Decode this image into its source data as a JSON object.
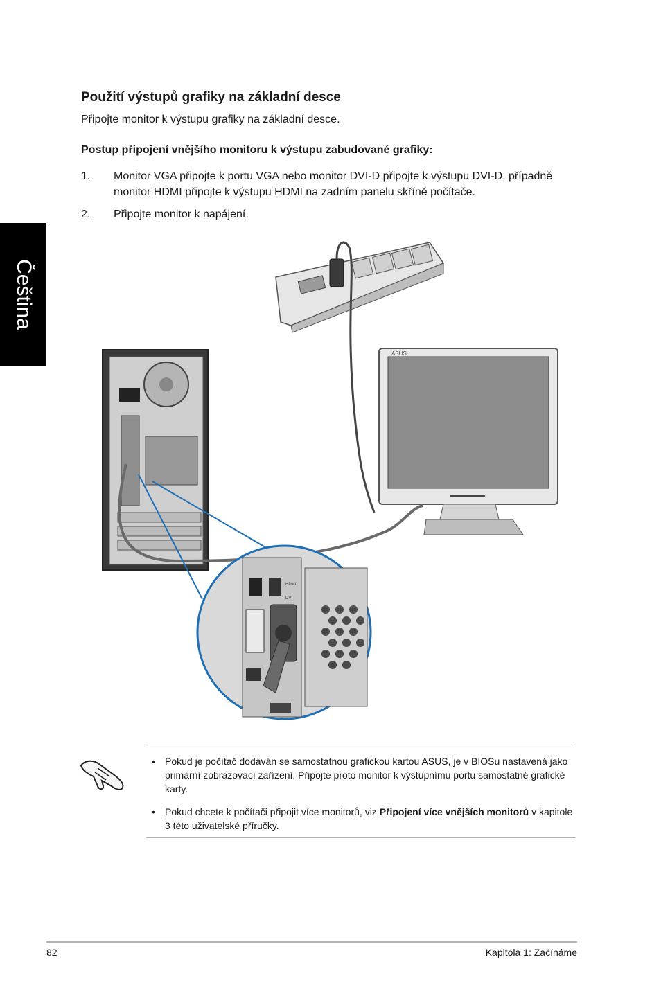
{
  "side_tab": {
    "label": "Čeština"
  },
  "heading": "Použití výstupů grafiky na základní desce",
  "intro": "Připojte monitor k výstupu grafiky na základní desce.",
  "procedure_title": "Postup připojení vnějšího monitoru k výstupu zabudované grafiky:",
  "steps": [
    {
      "num": "1.",
      "text": "Monitor VGA připojte k portu VGA nebo monitor DVI-D připojte k výstupu DVI-D, případně monitor HDMI připojte k výstupu HDMI na zadním panelu skříně počítače."
    },
    {
      "num": "2.",
      "text": "Připojte monitor k napájení."
    }
  ],
  "illustration": {
    "monitor_brand": "ASUS",
    "port_labels": [
      "HDMI",
      "DVI"
    ]
  },
  "notes": [
    {
      "bullet": "•",
      "text": "Pokud je počítač dodáván se samostatnou grafickou kartou ASUS, je v BIOSu nastavená jako primární zobrazovací zařízení. Připojte proto monitor k výstupnímu portu samostatné grafické karty."
    },
    {
      "bullet": "•",
      "pre": "Pokud chcete k počítači připojit více monitorů, viz ",
      "bold": "Připojení více vnějších monitorů",
      "post": " v kapitole 3 této uživatelské příručky."
    }
  ],
  "footer": {
    "page_number": "82",
    "chapter": "Kapitola 1: Začínáme"
  }
}
